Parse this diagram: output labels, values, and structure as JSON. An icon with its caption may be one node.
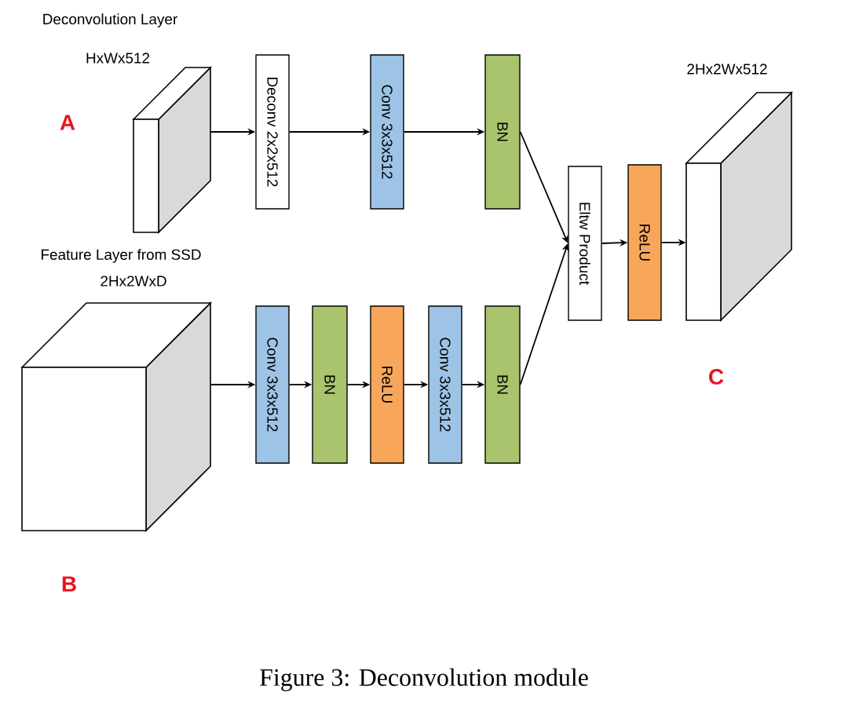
{
  "diagram": {
    "caption": "Figure 3: Deconvolution module",
    "nodes": [
      {
        "text": [
          "HxWx512"
        ]
      },
      {
        "text": [
          "Deconv 2x2x512"
        ]
      },
      {
        "text": [
          "Conv 3x3x512"
        ]
      },
      {
        "text": [
          "BN"
        ]
      },
      {
        "text": [
          "Eltw Product"
        ]
      },
      {
        "text": [
          "ReLU"
        ]
      },
      {
        "text": [
          "2Hx2Wx512"
        ]
      },
      {
        "text": [
          "Feature Layer from SSD",
          "2Hx2WxD"
        ]
      },
      {
        "text": [
          "Conv 3x3x512"
        ]
      },
      {
        "text": [
          "BN"
        ]
      },
      {
        "text": [
          "ReLU"
        ]
      },
      {
        "text": [
          "Conv 3x3x512"
        ]
      },
      {
        "text": [
          "BN"
        ]
      }
    ],
    "edges": [
      {
        "from": 0,
        "to": 1,
        "arrow": "to"
      },
      {
        "from": 1,
        "to": 2,
        "arrow": "to"
      },
      {
        "from": 2,
        "to": 3,
        "arrow": "to"
      },
      {
        "from": 3,
        "to": 4,
        "arrow": "to"
      },
      {
        "from": 4,
        "to": 5,
        "arrow": "to"
      },
      {
        "from": 5,
        "to": 6,
        "arrow": "to"
      },
      {
        "from": 7,
        "to": 8,
        "arrow": "to"
      },
      {
        "from": 8,
        "to": 9,
        "arrow": "to"
      },
      {
        "from": 9,
        "to": 10,
        "arrow": "to"
      },
      {
        "from": 10,
        "to": 11,
        "arrow": "to"
      },
      {
        "from": 11,
        "to": 12,
        "arrow": "to"
      },
      {
        "from": 12,
        "to": 4,
        "arrow": "to"
      }
    ],
    "labels": [
      "Deconvolution Layer",
      "A",
      "C",
      "B"
    ]
  }
}
